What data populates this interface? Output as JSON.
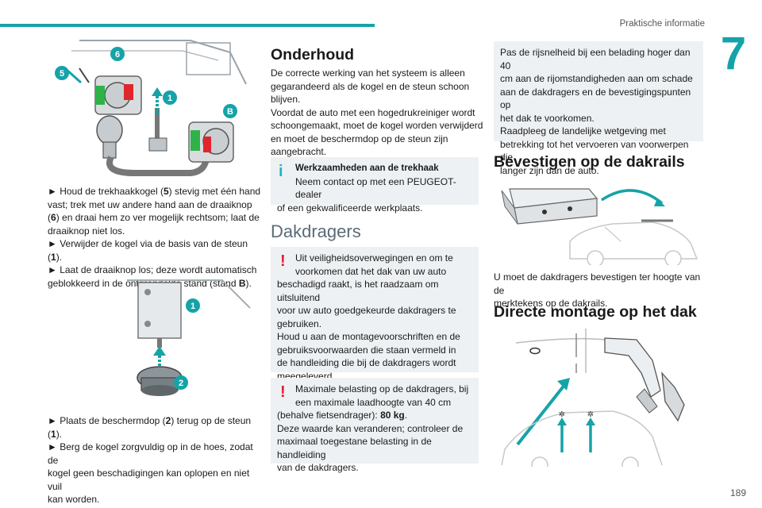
{
  "header": {
    "section_label": "Praktische informatie",
    "chapter_number": "7",
    "page_number": "189"
  },
  "colors": {
    "accent": "#15a3a8",
    "warning": "#e21c3a",
    "info": "#1cb3c8",
    "box_bg": "#eef1f3"
  },
  "left": {
    "figure1_labels": [
      "6",
      "5",
      "1",
      "B"
    ],
    "steps1": [
      [
        "► Houd de trekhaakkogel (",
        "5",
        ") stevig met één hand"
      ],
      [
        "vast; trek met uw andere hand aan de draaiknop"
      ],
      [
        "(",
        "6",
        ") en draai hem zo ver mogelijk rechtsom; laat de"
      ],
      [
        "draaiknop niet los."
      ],
      [
        "► Verwijder de kogel via de basis van de steun (",
        "1",
        ")."
      ],
      [
        "► Laat de draaiknop los; deze wordt automatisch"
      ],
      [
        "geblokkeerd in de ontgrendelde stand (stand ",
        "B",
        ")."
      ]
    ],
    "figure2_labels": [
      "1",
      "2"
    ],
    "steps2": [
      [
        "► Plaats de beschermdop (",
        "2",
        ") terug op de steun (",
        "1",
        ")."
      ],
      [
        "► Berg de kogel zorgvuldig op in de hoes, zodat de"
      ],
      [
        "kogel geen beschadigingen kan oplopen en niet vuil"
      ],
      [
        "kan worden."
      ]
    ]
  },
  "middle": {
    "maintenance_title": "Onderhoud",
    "maintenance_lines": [
      "De correcte werking van het systeem is alleen",
      "gegarandeerd als de kogel en de steun schoon",
      "blijven.",
      "Voordat de auto met een hogedrukreiniger wordt",
      "schoongemaakt, moet de kogel worden verwijderd",
      "en moet de beschermdop op de steun zijn",
      "aangebracht."
    ],
    "info_box": {
      "icon": "i",
      "title": "Werkzaamheden aan de trekhaak",
      "lines": [
        "Neem contact op met een PEUGEOT-dealer",
        "of een gekwalificeerde werkplaats."
      ]
    },
    "roof_title": "Dakdragers",
    "warning1": {
      "icon": "!",
      "lines": [
        "Uit veiligheidsoverwegingen en om te",
        "voorkomen dat het dak van uw auto",
        "beschadigd raakt, is het raadzaam om uitsluitend",
        "voor uw auto goedgekeurde dakdragers te",
        "gebruiken.",
        "Houd u aan de montagevoorschriften en de",
        "gebruiksvoorwaarden die staan vermeld in",
        "de handleiding die bij de dakdragers wordt",
        "meegeleverd."
      ]
    },
    "warning2": {
      "icon": "!",
      "line1": "Maximale belasting op de dakdragers, bij",
      "line2": "een maximale laadhoogte van 40 cm",
      "line3_pre": "(behalve fietsendrager): ",
      "line3_bold": "80 kg",
      "line3_post": ".",
      "line4": "Deze waarde kan veranderen; controleer de",
      "line5": "maximaal toegestane belasting in de handleiding",
      "line6": "van de dakdragers."
    }
  },
  "right": {
    "note_box_lines": [
      "Pas de rijsnelheid bij een belading hoger dan 40",
      "cm aan de rijomstandigheden aan om schade",
      "aan de dakdragers en de bevestigingspunten op",
      "het dak te voorkomen.",
      "Raadpleeg de landelijke wetgeving met",
      "betrekking tot het vervoeren van voorwerpen die",
      "langer zijn dan de auto."
    ],
    "rails_title": "Bevestigen op de dakrails",
    "rails_lines": [
      "U moet de dakdragers bevestigen ter hoogte van de",
      "merktekens op de dakrails."
    ],
    "direct_title": "Directe montage op het dak"
  }
}
